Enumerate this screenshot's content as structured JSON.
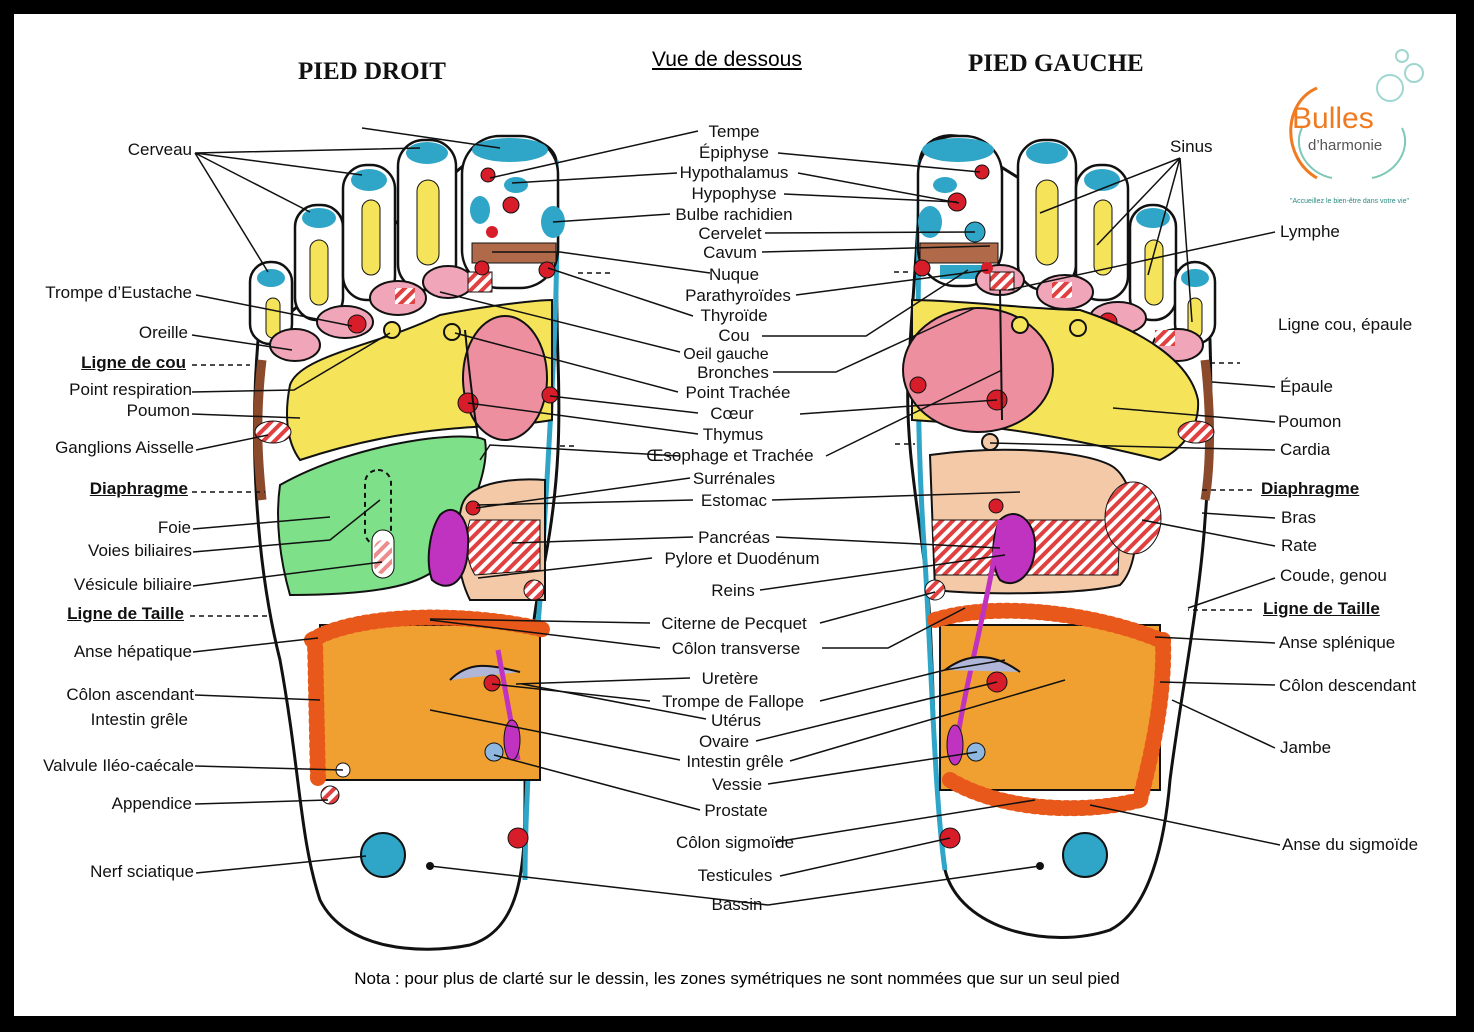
{
  "title_right_foot": "PIED DROIT",
  "title_left_foot": "PIED GAUCHE",
  "subtitle": "Vue de dessous",
  "note": "Nota : pour plus de clarté sur le dessin, les zones symétriques ne sont nommées que sur un seul pied",
  "logo": {
    "line1": "Bulles",
    "line2": "d’harmonie",
    "tagline": "\"Accueillez le bien-être dans votre vie\""
  },
  "colors": {
    "yellow": "#f5e35a",
    "green": "#7fe08a",
    "pink": "#f0a6b8",
    "blue": "#2fa6c8",
    "orange": "#f0a030",
    "colon": "#e8581a",
    "magenta": "#c033c0",
    "peach": "#f3c9a8",
    "red": "#d81d2a",
    "brown": "#8b4a2b"
  },
  "left_labels": {
    "cerveau": "Cerveau",
    "trompe_eustache": "Trompe d’Eustache",
    "oreille": "Oreille",
    "ligne_cou": "Ligne de cou",
    "point_respiration": "Point respiration",
    "poumon": "Poumon",
    "ganglions_aisselle": "Ganglions Aisselle",
    "diaphragme": "Diaphragme",
    "foie": "Foie",
    "voies_biliaires": "Voies biliaires",
    "vesicule_biliaire": "Vésicule biliaire",
    "ligne_taille": "Ligne de Taille",
    "anse_hepatique": "Anse hépatique",
    "colon_ascendant": "Côlon ascendant",
    "intestin_grele": "Intestin grêle",
    "valvule": "Valvule Iléo-caécale",
    "appendice": "Appendice",
    "nerf_sciatique": "Nerf sciatique"
  },
  "center_labels": {
    "tempe": "Tempe",
    "epiphyse": "Épiphyse",
    "hypothalamus": "Hypothalamus",
    "hypophyse": "Hypophyse",
    "bulbe": "Bulbe rachidien",
    "cervelet": "Cervelet",
    "cavum": "Cavum",
    "nuque": "Nuque",
    "parathyroides": "Parathyroïdes",
    "thyroide": "Thyroïde",
    "cou": "Cou",
    "oeil_gauche": "Oeil gauche",
    "bronches": "Bronches",
    "point_trachee": "Point Trachée",
    "coeur": "Cœur",
    "thymus": "Thymus",
    "oesophage": "Œsophage et Trachée",
    "surrenales": "Surrénales",
    "estomac": "Estomac",
    "pancreas": "Pancréas",
    "pylore": "Pylore et Duodénum",
    "reins": "Reins",
    "citerne": "Citerne de Pecquet",
    "colon_transverse": "Côlon transverse",
    "uretere": "Uretère",
    "trompe_fallope": "Trompe  de Fallope",
    "uterus": "Utérus",
    "ovaire": "Ovaire",
    "intestin_grele": "Intestin grêle",
    "vessie": "Vessie",
    "prostate": "Prostate",
    "colon_sigmoide": "Côlon sigmoïde",
    "testicules": "Testicules",
    "bassin": "Bassin"
  },
  "right_labels": {
    "sinus": "Sinus",
    "lymphe": "Lymphe",
    "ligne_cou_epaule": "Ligne cou, épaule",
    "epaule": "Épaule",
    "poumon": "Poumon",
    "cardia": "Cardia",
    "diaphragme": "Diaphragme",
    "bras": "Bras",
    "rate": "Rate",
    "coude_genou": "Coude, genou",
    "ligne_taille": "Ligne de Taille",
    "anse_splenique": "Anse splénique",
    "colon_descendant": "Côlon descendant",
    "jambe": "Jambe",
    "anse_sigmoide": "Anse du sigmoïde"
  }
}
